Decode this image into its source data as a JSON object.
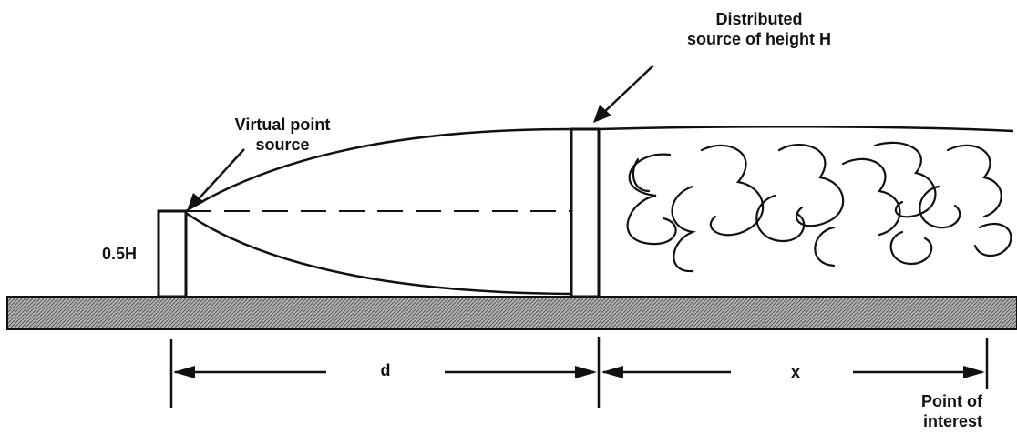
{
  "labels": {
    "distributed_source": [
      "Distributed",
      "source of height H"
    ],
    "virtual_point_source": [
      "Virtual point",
      "source"
    ],
    "half_height": "0.5H",
    "distance_d": "d",
    "distance_x": "x",
    "point_of_interest": [
      "Point of",
      "interest"
    ]
  },
  "colors": {
    "ink": "#111111",
    "ground": "#8a8a8a",
    "background": "#ffffff"
  }
}
